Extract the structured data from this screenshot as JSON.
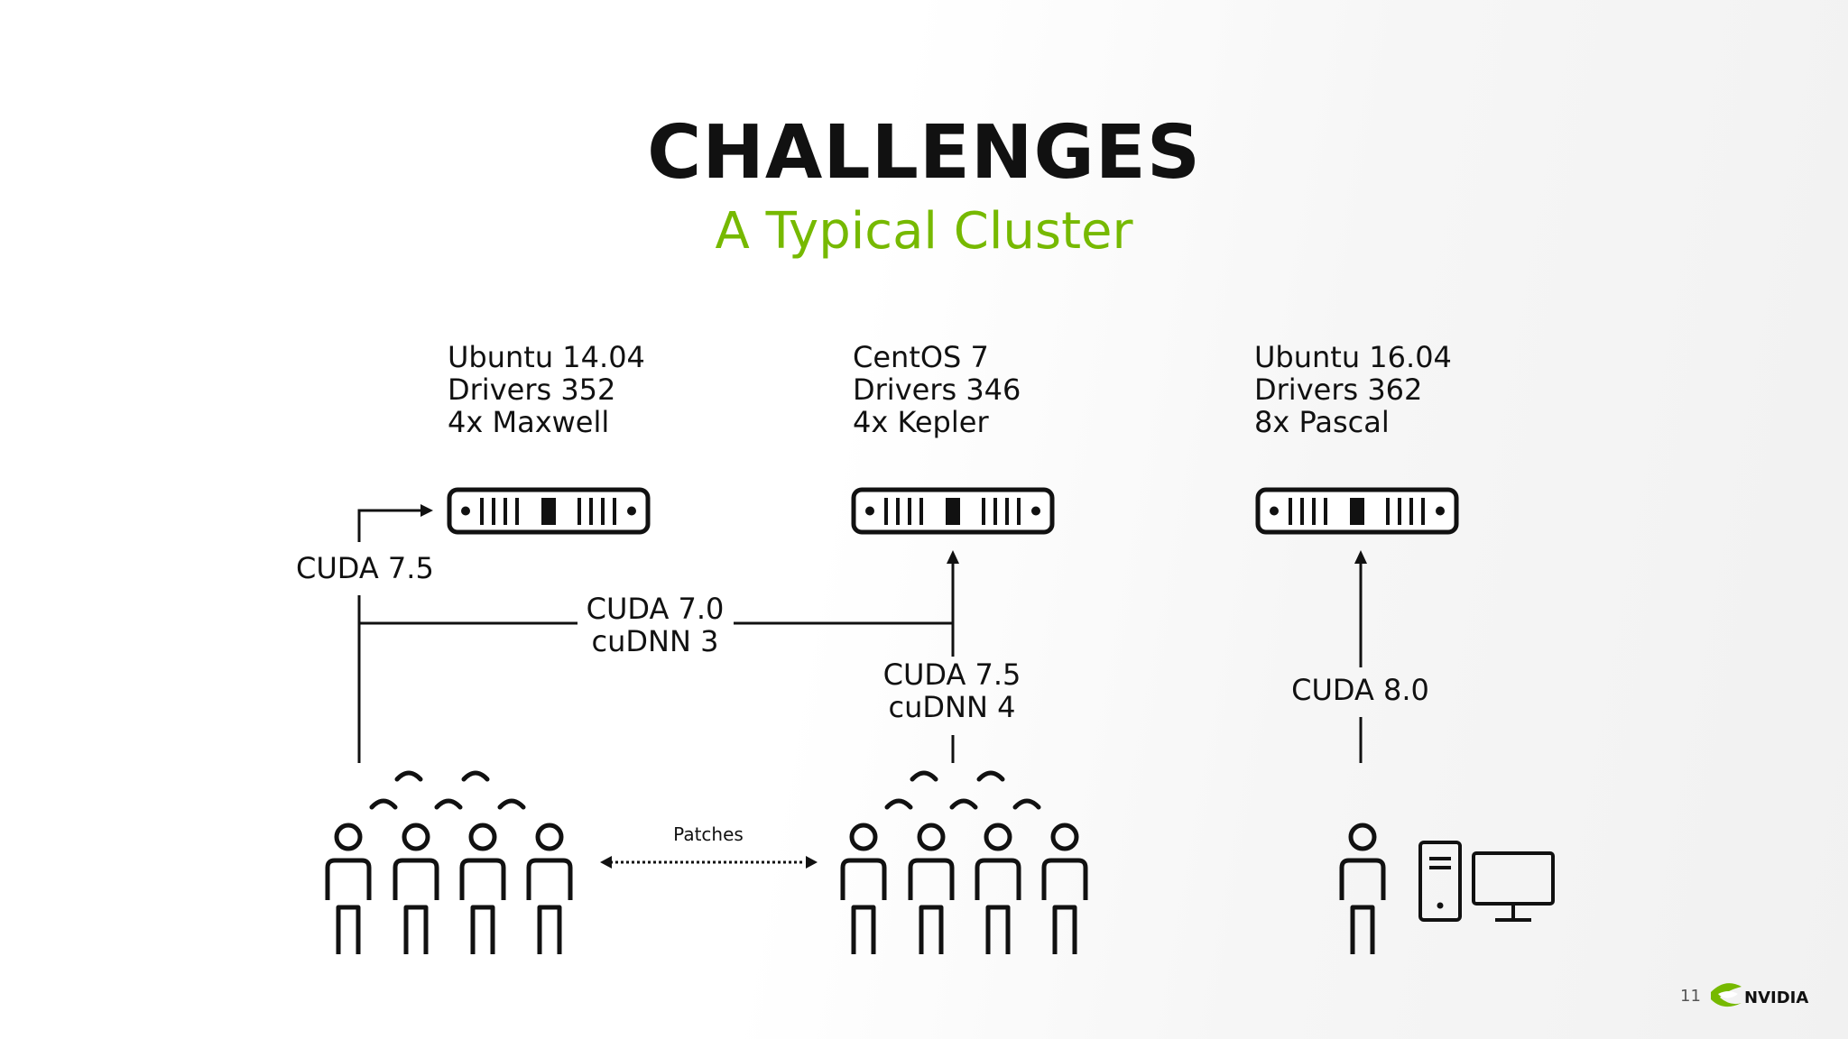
{
  "slide": {
    "title": "CHALLENGES",
    "subtitle": "A Typical Cluster",
    "page_number": "11",
    "brand": "NVIDIA",
    "accent_color": "#76b900"
  },
  "servers": [
    {
      "os": "Ubuntu 14.04",
      "drivers": "Drivers 352",
      "gpus": "4x Maxwell",
      "icon": "server-rack-icon"
    },
    {
      "os": "CentOS 7",
      "drivers": "Drivers 346",
      "gpus": "4x Kepler",
      "icon": "server-rack-icon"
    },
    {
      "os": "Ubuntu 16.04",
      "drivers": "Drivers 362",
      "gpus": "8x Pascal",
      "icon": "server-rack-icon"
    }
  ],
  "connections": {
    "left_up": "CUDA 7.5",
    "cross_line1": "CUDA 7.0",
    "cross_line2": "cuDNN 3",
    "middle_line1": "CUDA 7.5",
    "middle_line2": "cuDNN 4",
    "right": "CUDA 8.0",
    "patches": "Patches"
  },
  "groups": [
    {
      "icon": "people-group-icon"
    },
    {
      "icon": "people-group-icon"
    },
    {
      "icon": "person-with-computer-icon"
    }
  ]
}
